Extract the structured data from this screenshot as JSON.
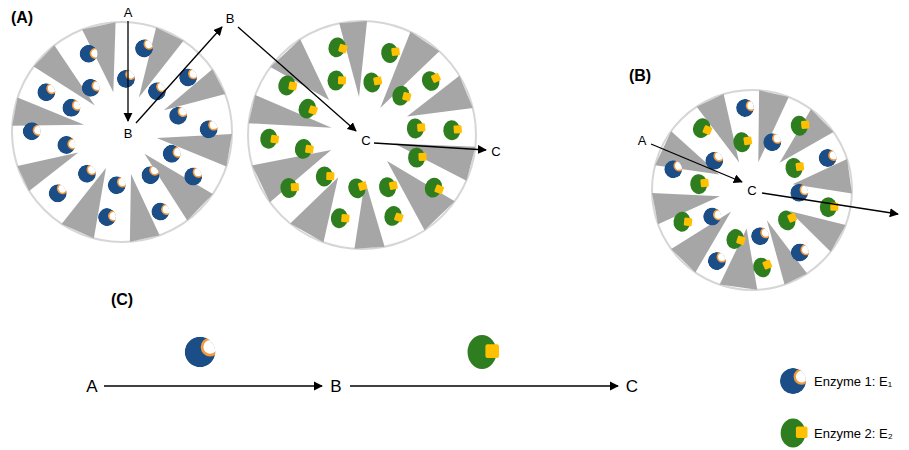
{
  "diagram": {
    "labels": [
      "(A)",
      "A",
      "B",
      "B",
      "C",
      "C",
      "(B)",
      "A",
      "C",
      "(C)",
      "A",
      "B",
      "C"
    ],
    "legend": [
      {
        "text": "Enzyme 1: E₁"
      },
      {
        "text": "Enzyme 2: E₂"
      }
    ]
  }
}
